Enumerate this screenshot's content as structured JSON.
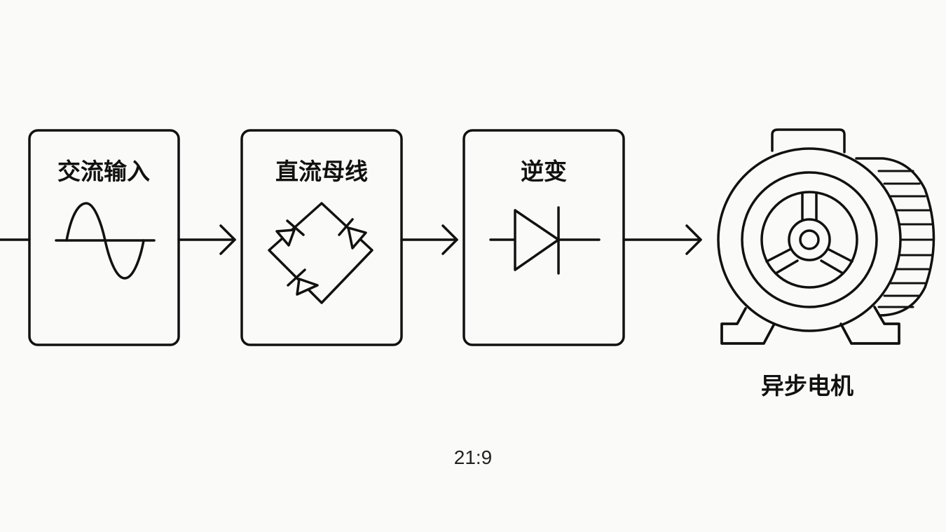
{
  "blocks": [
    {
      "label": "交流输入",
      "icon": "sine-wave-icon"
    },
    {
      "label": "直流母线",
      "icon": "bridge-rectifier-icon"
    },
    {
      "label": "逆变",
      "icon": "diode-icon"
    }
  ],
  "motor": {
    "label": "异步电机",
    "icon": "induction-motor-icon"
  },
  "footer": {
    "ratio": "21:9"
  },
  "colors": {
    "stroke": "#111111",
    "background": "#fafaf8"
  }
}
